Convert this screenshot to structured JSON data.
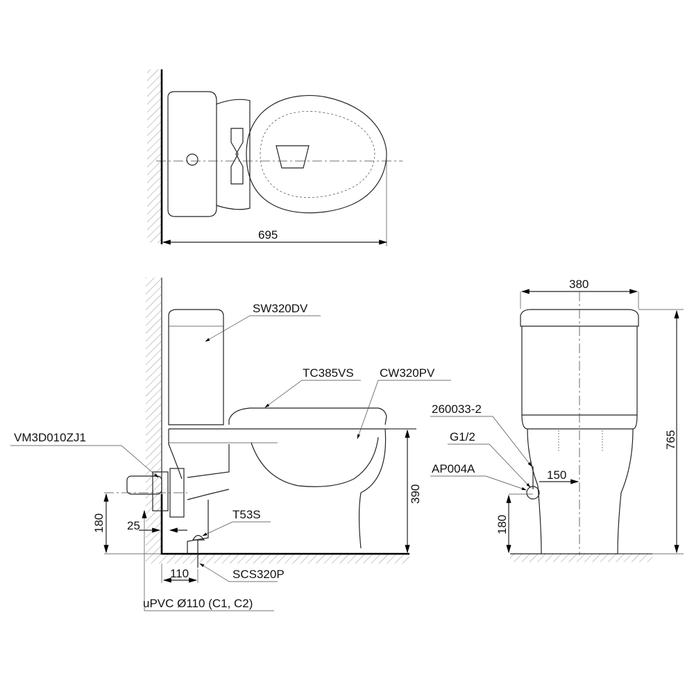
{
  "drawing": {
    "plan_view": {
      "width_dim": "695"
    },
    "side_view": {
      "tank_part": "SW320DV",
      "seat_part": "TC385VS",
      "bowl_part": "CW320PV",
      "flange_part": "VM3D010ZJ1",
      "height_dim": "390",
      "outlet_height_dim": "180",
      "wall_gap_dim": "25",
      "bolt_part": "T53S",
      "floor_offset_dim": "110",
      "floor_fix_part": "SCS320P",
      "pipe_label": "uPVC Ø110 (C1, C2)"
    },
    "front_view": {
      "width_dim": "380",
      "total_height_dim": "765",
      "hose_part": "260033-2",
      "thread_label": "G1/2",
      "valve_part": "AP004A",
      "valve_offset_dim": "150",
      "valve_height_dim": "180"
    }
  }
}
